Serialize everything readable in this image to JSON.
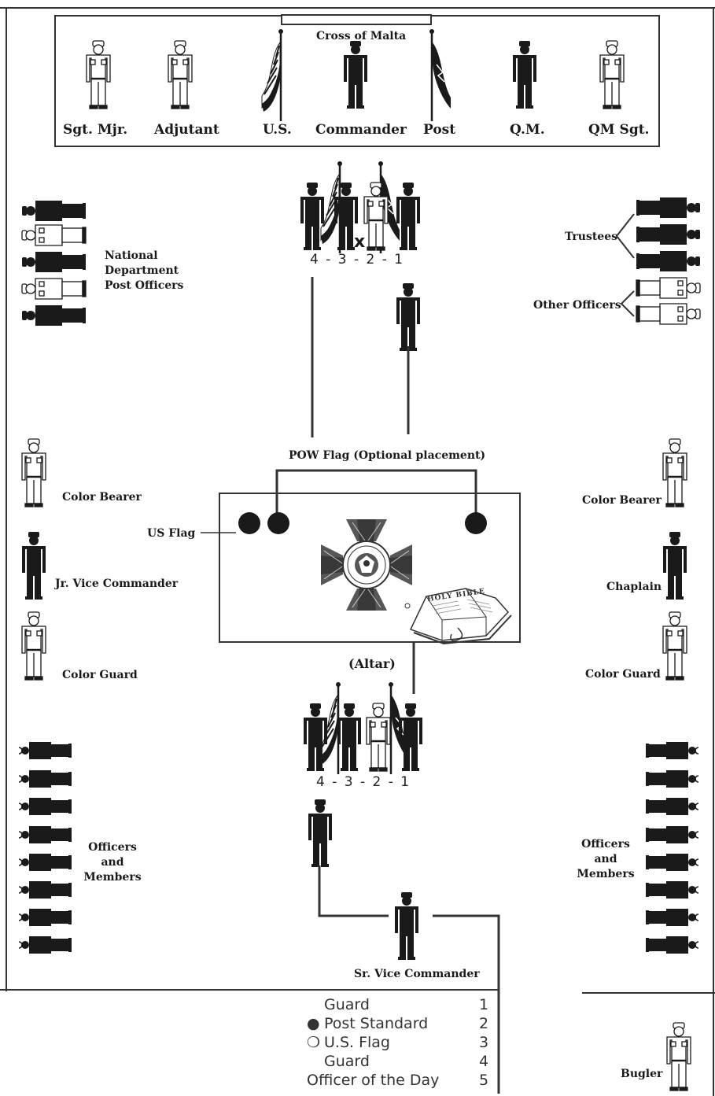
{
  "top_box": {
    "cross_label": "Cross of Malta",
    "labels": [
      "Sgt. Mjr.",
      "Adjutant",
      "U.S.",
      "Commander",
      "Post",
      "Q.M.",
      "QM Sgt."
    ]
  },
  "left": {
    "national_officers": "National\nDepartment\nPost Officers",
    "color_bearer": "Color Bearer",
    "us_flag": "US Flag",
    "jr_vice": "Jr. Vice Commander",
    "color_guard": "Color Guard",
    "officers_members": "Officers\nand\nMembers"
  },
  "right": {
    "trustees": "Trustees",
    "other_officers": "Other Officers",
    "color_bearer": "Color Bearer",
    "chaplain": "Chaplain",
    "color_guard": "Color Guard",
    "officers_members": "Officers\nand\nMembers",
    "bugler": "Bugler"
  },
  "center": {
    "top_marker": "x",
    "top_numbers": "4 - 3 - 2 - 1",
    "pow_flag": "POW Flag (Optional placement)",
    "altar": "(Altar)",
    "bottom_numbers": "4 - 3 - 2 - 1",
    "sr_vice": "Sr. Vice Commander",
    "bible_text": "HOLY BIBLE"
  },
  "legend": [
    {
      "symbol": "",
      "label": "Guard",
      "number": "1"
    },
    {
      "symbol": "●",
      "label": "Post Standard",
      "number": "2"
    },
    {
      "symbol": "❍",
      "label": "U.S. Flag",
      "number": "3"
    },
    {
      "symbol": "",
      "label": "Guard",
      "number": "4"
    },
    {
      "symbol": "",
      "label": "Officer of the Day",
      "number": "5"
    }
  ]
}
